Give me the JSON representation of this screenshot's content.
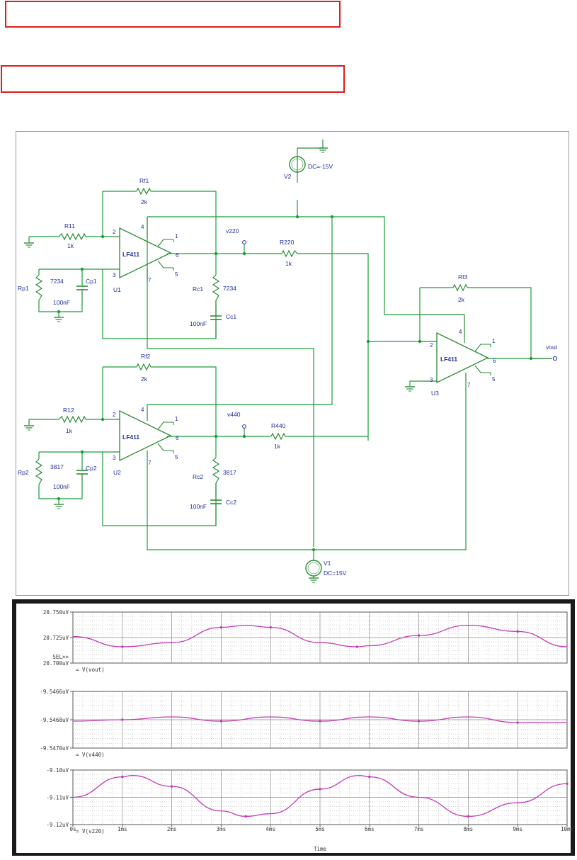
{
  "schematic": {
    "wire_color": "#1a9e3a",
    "component_color": "#2a8a34",
    "label_color": "#1f2f9a",
    "sources": [
      {
        "ref": "V2",
        "value": "DC=-15V"
      },
      {
        "ref": "V1",
        "value": "DC=15V"
      }
    ],
    "resistors": [
      {
        "ref": "Rf1",
        "value": "2k"
      },
      {
        "ref": "R11",
        "value": "1k"
      },
      {
        "ref": "Rp1",
        "value": "7234"
      },
      {
        "ref": "Rc1",
        "value": "7234"
      },
      {
        "ref": "R220",
        "value": "1k"
      },
      {
        "ref": "Rf3",
        "value": "2k"
      },
      {
        "ref": "Rf2",
        "value": "2k"
      },
      {
        "ref": "R12",
        "value": "1k"
      },
      {
        "ref": "Rp2",
        "value": "3817"
      },
      {
        "ref": "Rc2",
        "value": "3817"
      },
      {
        "ref": "R440",
        "value": "1k"
      }
    ],
    "capacitors": [
      {
        "ref": "Cp1",
        "value": "100nF"
      },
      {
        "ref": "Cc1",
        "value": "100nF"
      },
      {
        "ref": "Cp2",
        "value": "100nF"
      },
      {
        "ref": "Cc2",
        "value": "100nF"
      }
    ],
    "opamps": [
      {
        "ref": "U1",
        "part": "LF411"
      },
      {
        "ref": "U2",
        "part": "LF411"
      },
      {
        "ref": "U3",
        "part": "LF411"
      }
    ],
    "pins": {
      "p2": "2",
      "p3": "3",
      "p4": "4",
      "p6": "6",
      "p7": "7",
      "p1": "1",
      "p5": "5"
    },
    "nets": {
      "n1": "v220",
      "n2": "v440",
      "n3": "vout"
    }
  },
  "probe": {
    "trace_color": "#c23bb5",
    "grid_color": "#8a8a8a",
    "bg_color": "#ffffff",
    "sel_marker": "SEL>>",
    "xlabel": "Time",
    "x_ticks": [
      "0s",
      "1ms",
      "2ms",
      "3ms",
      "4ms",
      "5ms",
      "6ms",
      "7ms",
      "8ms",
      "9ms",
      "10ms"
    ],
    "plots": [
      {
        "ticks": [
          "20.750uV",
          "20.725uV",
          "20.700uV"
        ],
        "ylim": [
          20.7,
          20.75
        ],
        "trace_label": "= V(vout)"
      },
      {
        "ticks": [
          "-9.5466uV",
          "-9.5468uV",
          "-9.5470uV"
        ],
        "ylim": [
          -9.547,
          -9.5466
        ],
        "trace_label": "= V(v440)"
      },
      {
        "ticks": [
          "-9.10uV",
          "-9.11uV",
          "-9.12uV"
        ],
        "ylim": [
          -9.12,
          -9.1
        ],
        "trace_label": "= V(v220)"
      }
    ]
  },
  "chart_data": [
    {
      "type": "line",
      "title": "",
      "xlabel": "",
      "ylabel": "",
      "xlim": [
        0,
        10
      ],
      "ylim": [
        20.7,
        20.75
      ],
      "series": [
        {
          "name": "V(vout)",
          "x": [
            0,
            1,
            2,
            3,
            3.5,
            4,
            5,
            5.75,
            6,
            7,
            8,
            9,
            10
          ],
          "values": [
            20.726,
            20.716,
            20.72,
            20.735,
            20.737,
            20.735,
            20.72,
            20.716,
            20.717,
            20.727,
            20.737,
            20.731,
            20.716
          ]
        }
      ]
    },
    {
      "type": "line",
      "title": "",
      "xlabel": "",
      "ylabel": "",
      "xlim": [
        0,
        10
      ],
      "ylim": [
        -9.547,
        -9.5466
      ],
      "series": [
        {
          "name": "V(v440)",
          "x": [
            0,
            1,
            2,
            3,
            4,
            5,
            6,
            7,
            8,
            9,
            10
          ],
          "values": [
            -9.54681,
            -9.5468,
            -9.54678,
            -9.54681,
            -9.54678,
            -9.54681,
            -9.54678,
            -9.54681,
            -9.54678,
            -9.54682,
            -9.54682
          ]
        }
      ]
    },
    {
      "type": "line",
      "title": "",
      "xlabel": "Time",
      "ylabel": "",
      "xlim": [
        0,
        10
      ],
      "ylim": [
        -9.12,
        -9.1
      ],
      "series": [
        {
          "name": "V(v220)",
          "x": [
            0,
            1,
            1.2,
            2,
            3,
            3.5,
            4,
            5,
            5.8,
            6,
            7,
            8,
            9,
            10
          ],
          "values": [
            -9.11,
            -9.1025,
            -9.102,
            -9.106,
            -9.115,
            -9.117,
            -9.116,
            -9.107,
            -9.102,
            -9.1025,
            -9.11,
            -9.117,
            -9.112,
            -9.105
          ]
        }
      ]
    }
  ]
}
